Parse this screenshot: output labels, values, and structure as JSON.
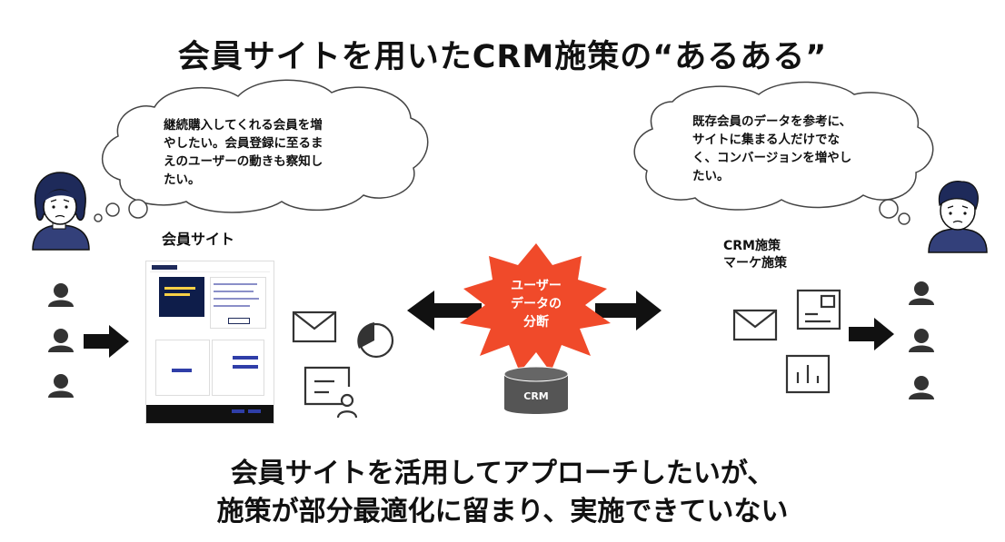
{
  "title": "会員サイトを用いたCRM施策の“あるある”",
  "left_bubble": {
    "lines": [
      "継続購入してくれる会員を増",
      "やしたい。会員登録に至るま",
      "えのユーザーの動きも察知し",
      "たい。"
    ]
  },
  "right_bubble": {
    "lines": [
      "既存会員のデータを参考に、",
      "サイトに集まる人だけでな",
      "く、コンバージョンを増やし",
      "たい。"
    ]
  },
  "member_site_label": "会員サイト",
  "crm_label": [
    "CRM施策",
    "マーケ施策"
  ],
  "burst_lines": [
    "ユーザー",
    "データの",
    "分断"
  ],
  "db_label": "CRM",
  "footer": [
    "会員サイトを活用してアプローチしたいが、",
    "施策が部分最適化に留まり、実施できていない"
  ],
  "colors": {
    "burst": "#f04a2a",
    "db": "#555555",
    "navy": "#1e2a5a",
    "icon": "#333333"
  }
}
